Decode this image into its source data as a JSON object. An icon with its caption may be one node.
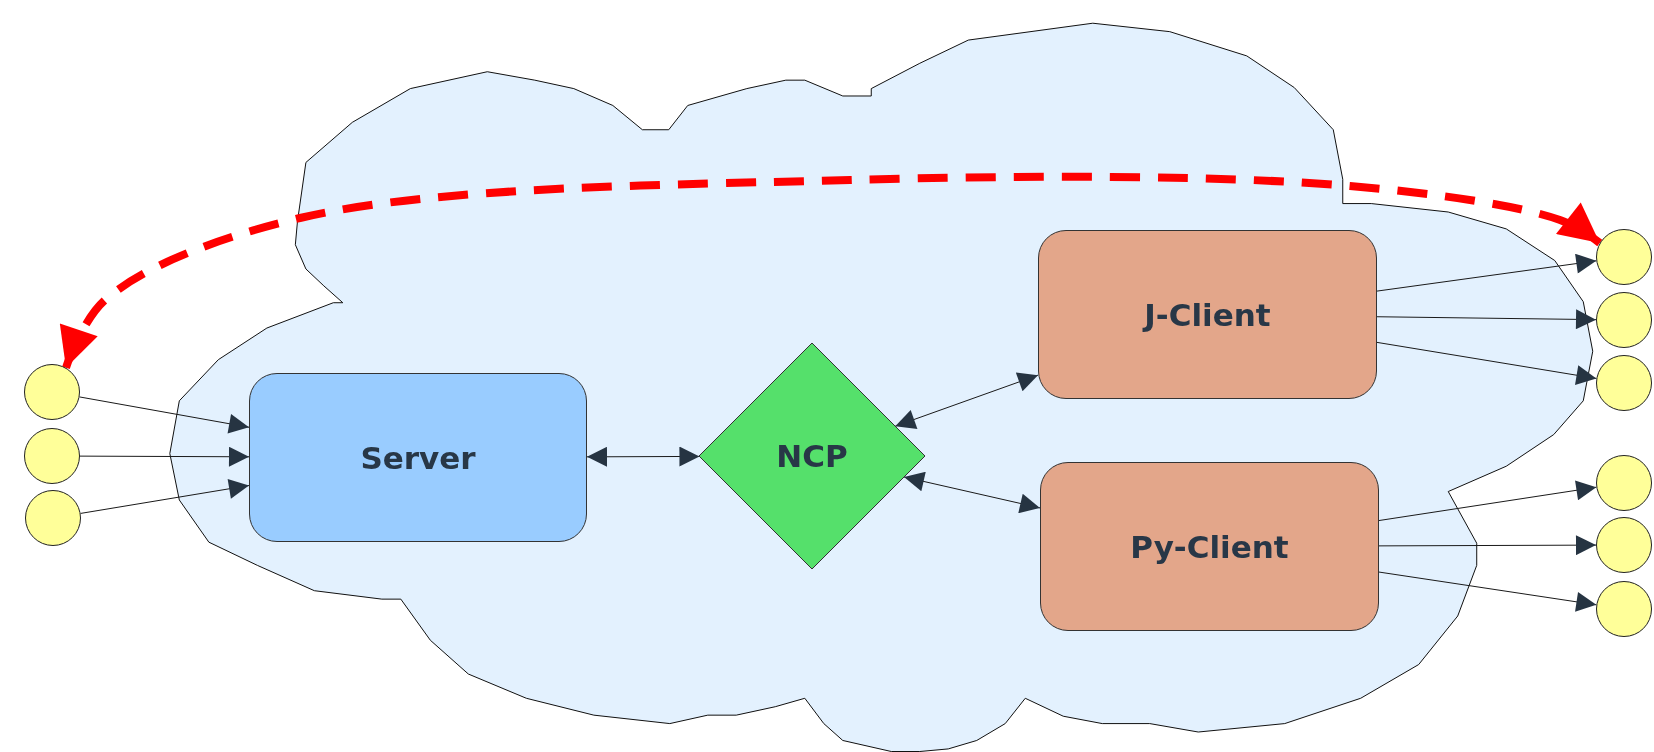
{
  "diagram": {
    "nodes": [
      {
        "text": [],
        "shape": "cloud"
      },
      {
        "text": [
          "Server"
        ],
        "in": 0
      },
      {
        "text": [
          "NCP"
        ],
        "in": 0
      },
      {
        "text": [
          "J-Client"
        ],
        "in": 0
      },
      {
        "text": [
          "Py-Client"
        ],
        "in": 0
      },
      {
        "text": [],
        "shape": "circle"
      },
      {
        "text": [],
        "shape": "circle"
      },
      {
        "text": [],
        "shape": "circle"
      },
      {
        "text": [],
        "shape": "circle"
      },
      {
        "text": [],
        "shape": "circle"
      },
      {
        "text": [],
        "shape": "circle"
      },
      {
        "text": [],
        "shape": "circle"
      },
      {
        "text": [],
        "shape": "circle"
      },
      {
        "text": [],
        "shape": "circle"
      }
    ],
    "edges": [
      {
        "from": 5,
        "to": 1,
        "arrow": "to"
      },
      {
        "from": 6,
        "to": 1,
        "arrow": "to"
      },
      {
        "from": 7,
        "to": 1,
        "arrow": "to"
      },
      {
        "from": 1,
        "to": 2,
        "arrow": "both"
      },
      {
        "from": 2,
        "to": 3,
        "arrow": "both"
      },
      {
        "from": 2,
        "to": 4,
        "arrow": "both"
      },
      {
        "from": 3,
        "to": 8,
        "arrow": "to"
      },
      {
        "from": 3,
        "to": 9,
        "arrow": "to"
      },
      {
        "from": 3,
        "to": 10,
        "arrow": "to"
      },
      {
        "from": 4,
        "to": 11,
        "arrow": "to"
      },
      {
        "from": 4,
        "to": 12,
        "arrow": "to"
      },
      {
        "from": 4,
        "to": 13,
        "arrow": "to"
      },
      {
        "from": 5,
        "to": 8,
        "arrow": "both",
        "style": "dashed",
        "color": "#ff0000"
      }
    ]
  }
}
